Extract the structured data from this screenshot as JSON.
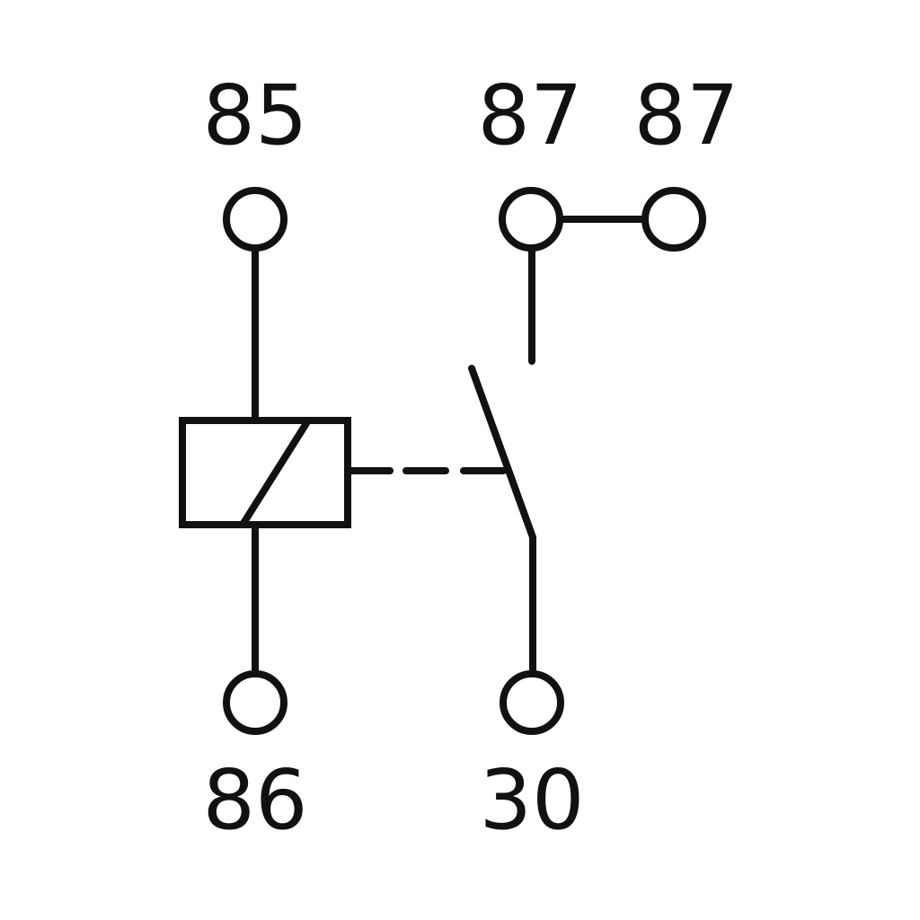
{
  "labels": {
    "pin_85": "85",
    "pin_87a": "87",
    "pin_87b": "87",
    "pin_86": "86",
    "pin_30": "30"
  },
  "colors": {
    "line": "#111111",
    "background": "#ffffff"
  }
}
